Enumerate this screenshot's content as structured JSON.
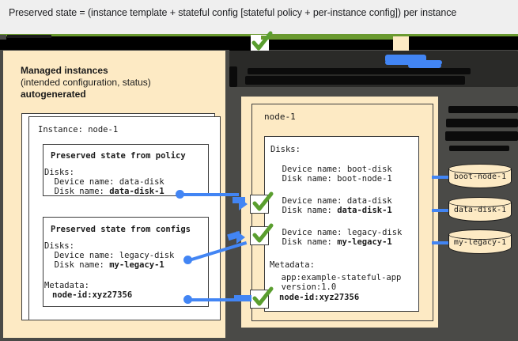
{
  "header": {
    "caption": "Preserved state = (instance template + stateful config [stateful policy + per-instance config]) per instance"
  },
  "colors": {
    "cream": "#fdeac4",
    "dark_backdrop": "#4a4a47",
    "green_rule": "#6a9a30",
    "blue_connector": "#4285f4",
    "check_green": "#5a9e2f",
    "header_band": "#efefef",
    "redaction_black": "#0b0b0b"
  },
  "left_panel": {
    "name": "Managed instances",
    "subtitle": "(intended configuration, status)",
    "emphasis": "autogenerated",
    "instance_box": {
      "title": "Instance: node-1"
    },
    "policy_box": {
      "title": "Preserved state from policy",
      "lines": [
        "Disks:",
        "  Device name: data-disk",
        "  Disk name: "
      ],
      "bold_value": "data-disk-1"
    },
    "configs_box": {
      "title": "Preserved state from configs",
      "lines": [
        "Disks:",
        "  Device name: legacy-disk",
        "  Disk name: "
      ],
      "bold_value": "my-legacy-1",
      "metadata_label": "Metadata:",
      "metadata_value": "node-id:xyz27356"
    }
  },
  "right_panel": {
    "node_label": "node-1",
    "disks_label": "Disks:",
    "disk_entries": [
      {
        "device": "  Device name: boot-disk",
        "disk": "  Disk name: boot-node-1",
        "bold": false,
        "checked": false
      },
      {
        "device": "  Device name: data-disk",
        "disk": "  Disk name: ",
        "bold_value": "data-disk-1",
        "bold": true,
        "checked": true
      },
      {
        "device": "  Device name: legacy-disk",
        "disk": "  Disk name: ",
        "bold_value": "my-legacy-1",
        "bold": true,
        "checked": true
      }
    ],
    "metadata_label": "Metadata:",
    "metadata_lines": [
      "  app:example-stateful-app",
      "  version:1.0"
    ],
    "metadata_bold": "node-id:xyz27356"
  },
  "disks": [
    {
      "label": "boot-node-1"
    },
    {
      "label": "data-disk-1"
    },
    {
      "label": "my-legacy-1"
    }
  ],
  "icons": {
    "check": "check-mark-icon",
    "cylinder": "disk-cylinder-icon",
    "arrow": "arrow-right-icon"
  }
}
